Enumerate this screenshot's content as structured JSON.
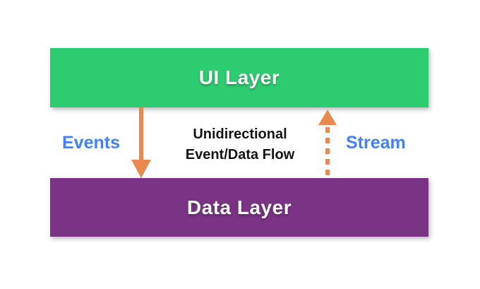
{
  "diagram": {
    "ui_layer": {
      "label": "UI Layer",
      "color": "#2ecc70"
    },
    "data_layer": {
      "label": "Data Layer",
      "color": "#7a3385"
    },
    "events_arrow": {
      "label": "Events",
      "style": "solid",
      "direction": "down",
      "color": "#e8894f"
    },
    "stream_arrow": {
      "label": "Stream",
      "style": "dashed",
      "direction": "up",
      "color": "#e8894f"
    },
    "center_caption": {
      "line1": "Unidirectional",
      "line2": "Event/Data Flow"
    },
    "label_color": "#4181f5"
  }
}
